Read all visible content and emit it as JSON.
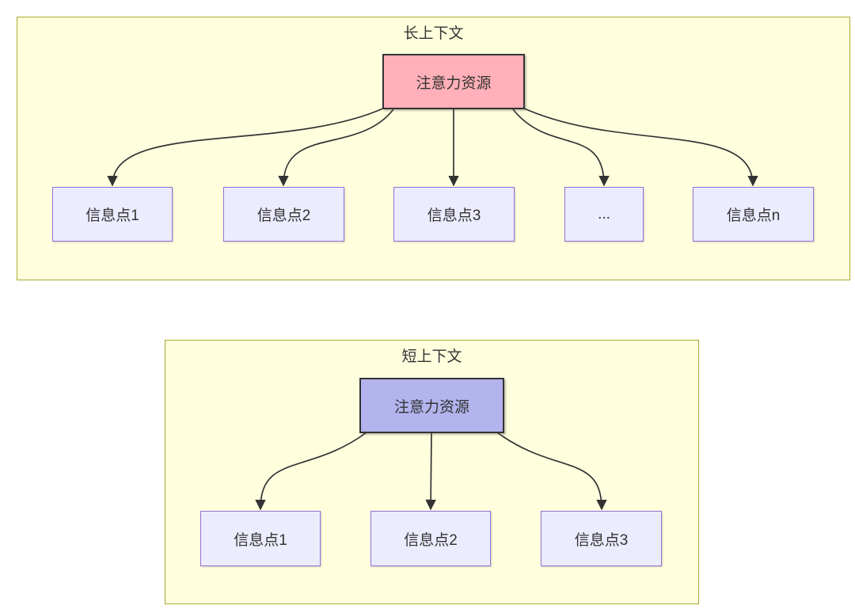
{
  "diagram": {
    "sections": [
      {
        "id": "long-context",
        "title": "长上下文",
        "attention_node": {
          "label": "注意力资源",
          "fill": "#ffb0b8"
        },
        "info_nodes": [
          {
            "label": "信息点1"
          },
          {
            "label": "信息点2"
          },
          {
            "label": "信息点3"
          },
          {
            "label": "..."
          },
          {
            "label": "信息点n"
          }
        ]
      },
      {
        "id": "short-context",
        "title": "短上下文",
        "attention_node": {
          "label": "注意力资源",
          "fill": "#b3b3ee"
        },
        "info_nodes": [
          {
            "label": "信息点1"
          },
          {
            "label": "信息点2"
          },
          {
            "label": "信息点3"
          }
        ]
      }
    ],
    "colors": {
      "cluster_fill": "#ffffde",
      "cluster_border": "#aaaa33",
      "info_node_fill": "#ececff",
      "info_node_border": "#9370db",
      "attention_long_fill": "#ffb0b8",
      "attention_short_fill": "#b3b3ee",
      "node_dark_border": "#333333",
      "edge_color": "#333333",
      "text_color": "#333333"
    }
  }
}
